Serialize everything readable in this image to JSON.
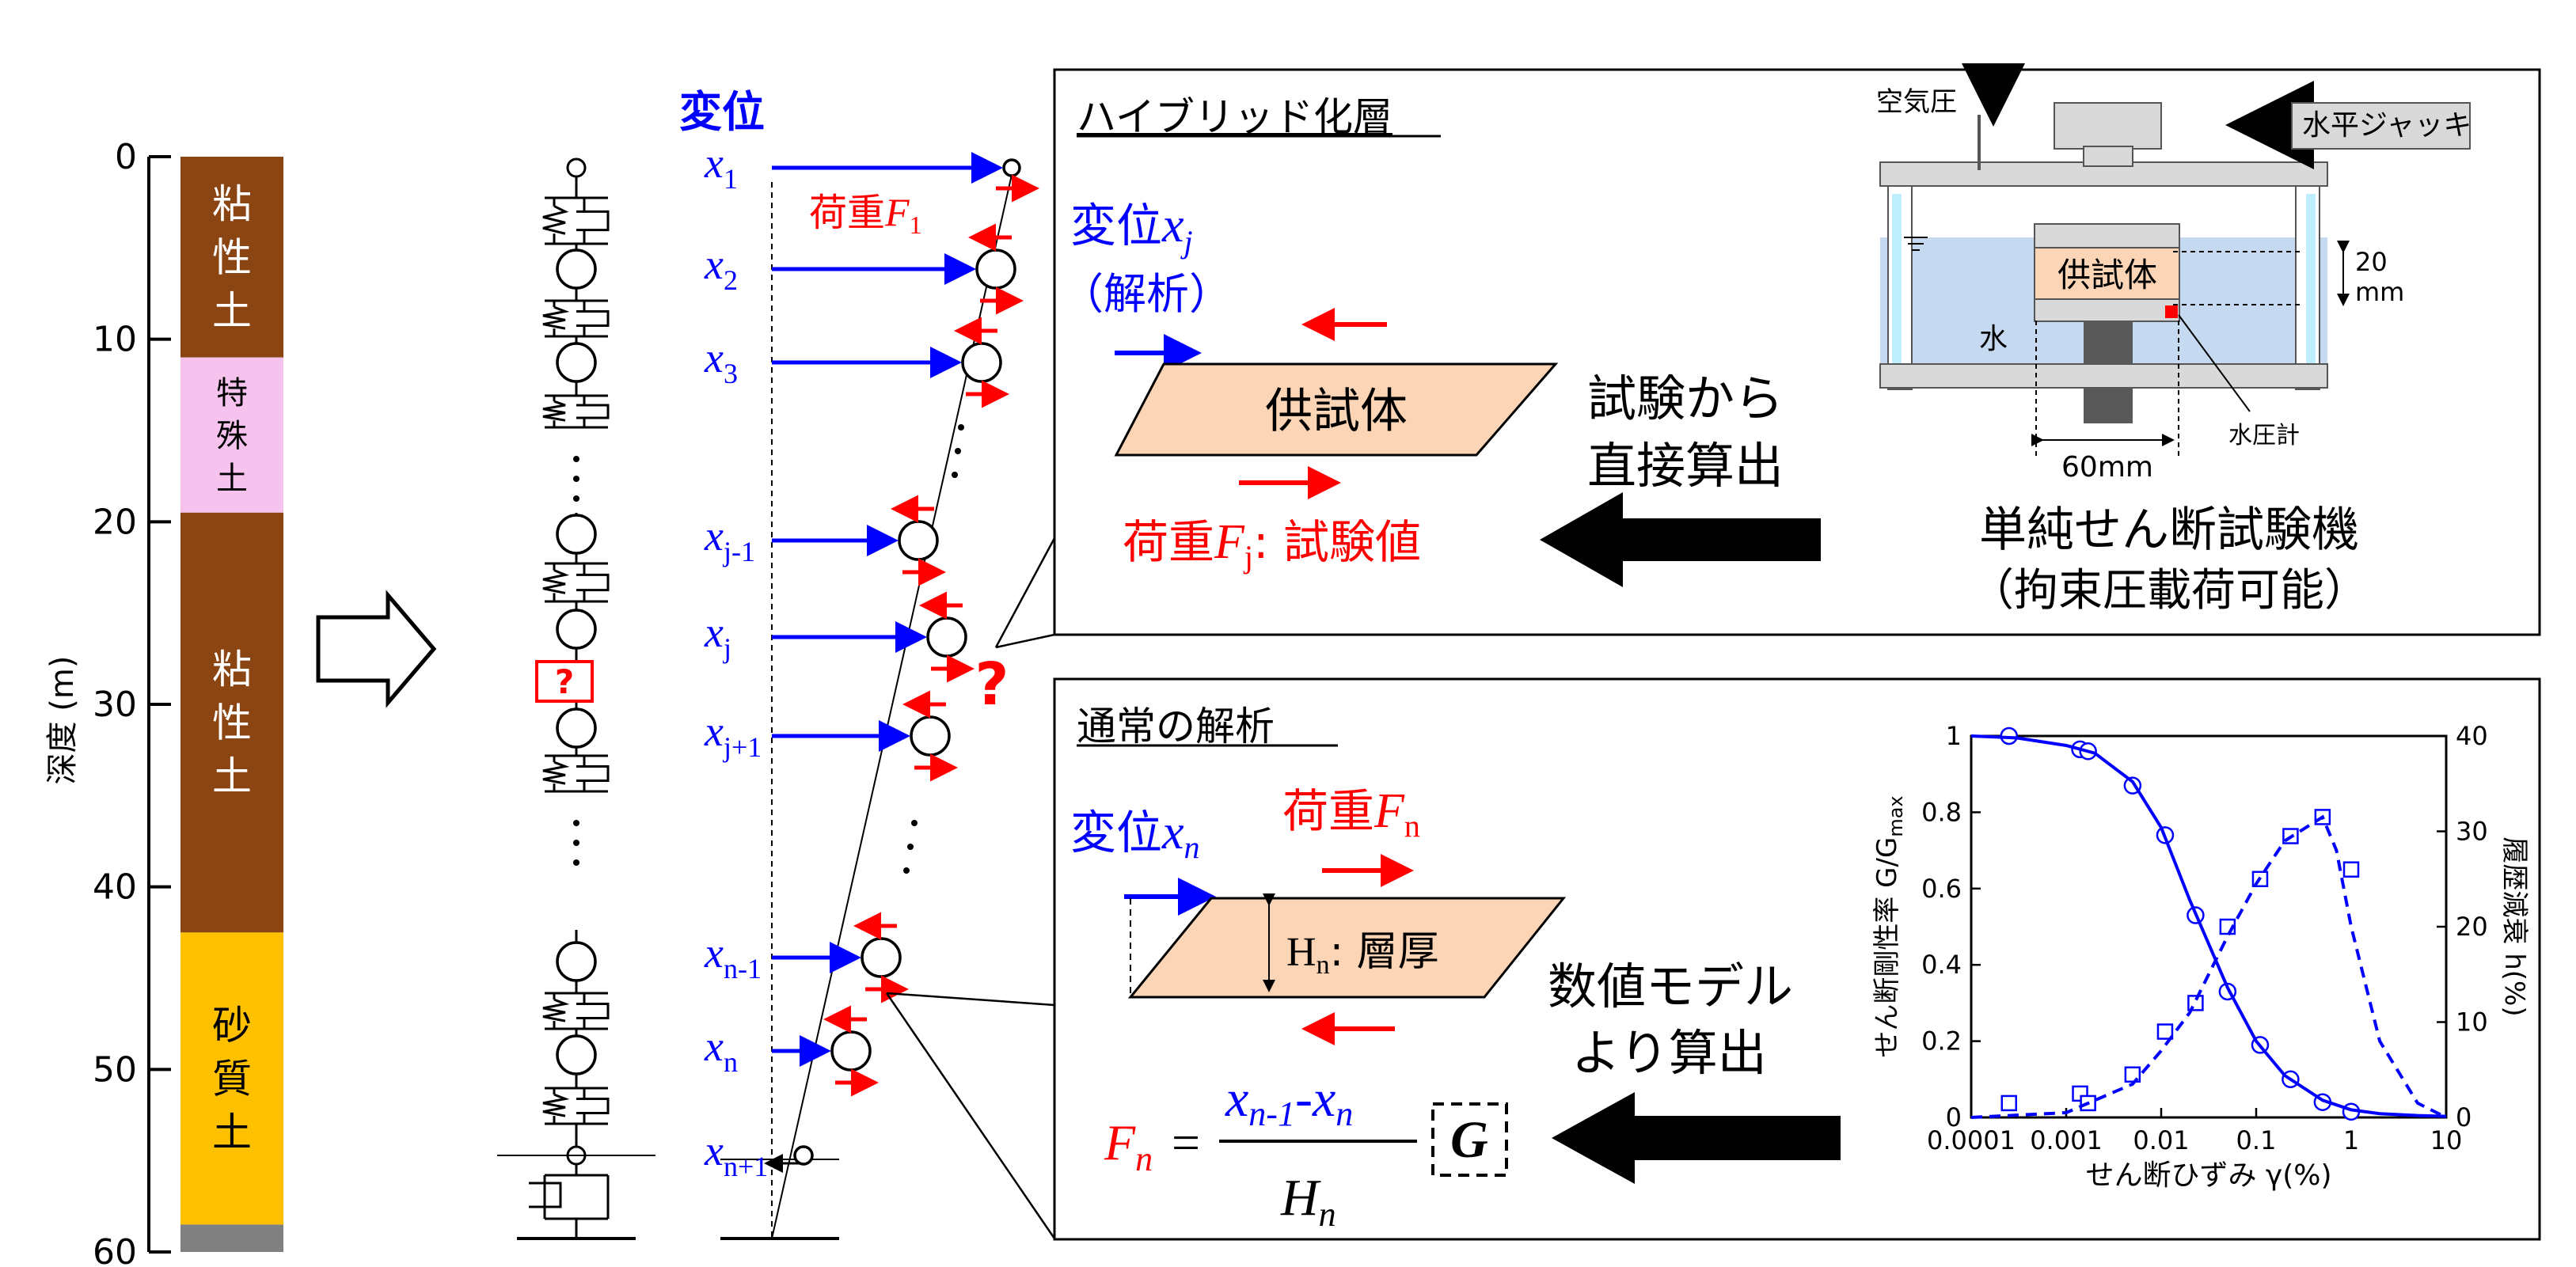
{
  "soil_column": {
    "depth_axis_label": "深度 (m)",
    "depth_ticks": [
      "0",
      "10",
      "20",
      "30",
      "40",
      "50",
      "60"
    ],
    "layers": [
      {
        "name": "粘性土",
        "top_m": 0,
        "bottom_m": 11,
        "color": "#8B4513"
      },
      {
        "name": "特殊土",
        "top_m": 11,
        "bottom_m": 19.5,
        "color": "#F6C2EE"
      },
      {
        "name": "粘性土",
        "top_m": 19.5,
        "bottom_m": 42.5,
        "color": "#8B4513"
      },
      {
        "name": "砂質土",
        "top_m": 42.5,
        "bottom_m": 58.5,
        "color": "#FFC000"
      },
      {
        "name": "",
        "top_m": 58.5,
        "bottom_m": 60,
        "color": "#808080"
      }
    ]
  },
  "model": {
    "unknown_mark": "?",
    "disp_heading": "変位",
    "load_f1": {
      "main": "荷重",
      "var": "F",
      "sub": "1"
    },
    "rows": [
      {
        "var": "x",
        "sub": "1"
      },
      {
        "var": "x",
        "sub": "2"
      },
      {
        "var": "x",
        "sub": "3"
      },
      {
        "var": "x",
        "sub": "j-1"
      },
      {
        "var": "x",
        "sub": "j"
      },
      {
        "var": "x",
        "sub": "j+1"
      },
      {
        "var": "x",
        "sub": "n-1"
      },
      {
        "var": "x",
        "sub": "n"
      },
      {
        "var": "x",
        "sub": "n+1"
      }
    ],
    "question": "?"
  },
  "hybrid_panel": {
    "title": "ハイブリッド化層",
    "disp_label": "変位",
    "disp_var": "x",
    "disp_sub": "j",
    "analysis_label": "（解析）",
    "specimen": "供試体",
    "load_label": "荷重",
    "load_var": "F",
    "load_sub": "j",
    "load_suffix": ": 試験値",
    "direct_line1": "試験から",
    "direct_line2": "直接算出",
    "machine_line1": "単純せん断試験機",
    "machine_line2": "（拘束圧載荷可能）",
    "apparatus": {
      "air_pressure": "空気圧",
      "jack": "水平ジャッキ",
      "specimen": "供試体",
      "water": "水",
      "height_value": "20",
      "height_unit": "mm",
      "width": "60mm",
      "pore_gauge": "水圧計"
    }
  },
  "normal_panel": {
    "title": "通常の解析",
    "disp_label": "変位",
    "disp_var": "x",
    "disp_sub": "n",
    "load_label": "荷重",
    "load_var": "F",
    "load_sub": "n",
    "layer_label": "H",
    "layer_sub": "n",
    "layer_suffix": ": 層厚",
    "model_line1": "数値モデル",
    "model_line2": "より算出",
    "formula": {
      "lhs_var": "F",
      "lhs_sub": "n",
      "num_a": "x",
      "num_a_sub": "n-1",
      "minus": "-",
      "num_b": "x",
      "num_b_sub": "n",
      "den": "H",
      "den_sub": "n",
      "modulus": "G"
    }
  },
  "chart_data": {
    "type": "scatter",
    "xlabel": "せん断ひずみ γ(%)",
    "ylabel_left": "せん断剛性率 G/G",
    "ylabel_left_sub": "max",
    "ylabel_right": "履歴減衰 h(%)",
    "x_scale": "log",
    "xlim": [
      0.0001,
      10
    ],
    "ylim_left": [
      0,
      1
    ],
    "ylim_right": [
      0,
      40
    ],
    "x_ticks": [
      "0.0001",
      "0.001",
      "0.01",
      "0.1",
      "1",
      "10"
    ],
    "y_ticks_left": [
      "0",
      "0.2",
      "0.4",
      "0.6",
      "0.8",
      "1"
    ],
    "y_ticks_right": [
      "0",
      "10",
      "20",
      "30",
      "40"
    ],
    "series": [
      {
        "axis": "left",
        "marker": "circle",
        "color": "#0000FF",
        "x": [
          0.00025,
          0.0014,
          0.0017,
          0.005,
          0.011,
          0.023,
          0.05,
          0.11,
          0.23,
          0.5,
          1.0
        ],
        "y": [
          1.0,
          0.965,
          0.96,
          0.87,
          0.74,
          0.53,
          0.33,
          0.19,
          0.1,
          0.04,
          0.015
        ]
      },
      {
        "axis": "right",
        "marker": "square",
        "color": "#0000FF",
        "x": [
          0.00025,
          0.0014,
          0.0017,
          0.005,
          0.011,
          0.023,
          0.05,
          0.11,
          0.23,
          0.5,
          1.0
        ],
        "y": [
          1.5,
          2.5,
          1.5,
          4.5,
          9,
          12,
          20,
          25,
          29.5,
          31.5,
          26
        ]
      },
      {
        "axis": "left",
        "marker": "line",
        "style": "solid",
        "color": "#0000FF",
        "x": [
          0.0001,
          0.0003,
          0.001,
          0.002,
          0.005,
          0.01,
          0.02,
          0.05,
          0.1,
          0.2,
          0.5,
          1,
          2,
          5,
          10
        ],
        "y": [
          1.0,
          0.995,
          0.975,
          0.955,
          0.88,
          0.76,
          0.57,
          0.34,
          0.2,
          0.11,
          0.045,
          0.02,
          0.01,
          0.005,
          0.003
        ]
      },
      {
        "axis": "right",
        "marker": "line",
        "style": "dashed",
        "color": "#0000FF",
        "x": [
          0.0001,
          0.001,
          0.005,
          0.01,
          0.02,
          0.05,
          0.1,
          0.2,
          0.5,
          0.7,
          1,
          2,
          5,
          10
        ],
        "y": [
          0,
          0.5,
          3.5,
          7,
          11,
          19,
          24.5,
          29,
          31.5,
          28,
          20,
          8,
          1.5,
          0
        ]
      }
    ]
  }
}
